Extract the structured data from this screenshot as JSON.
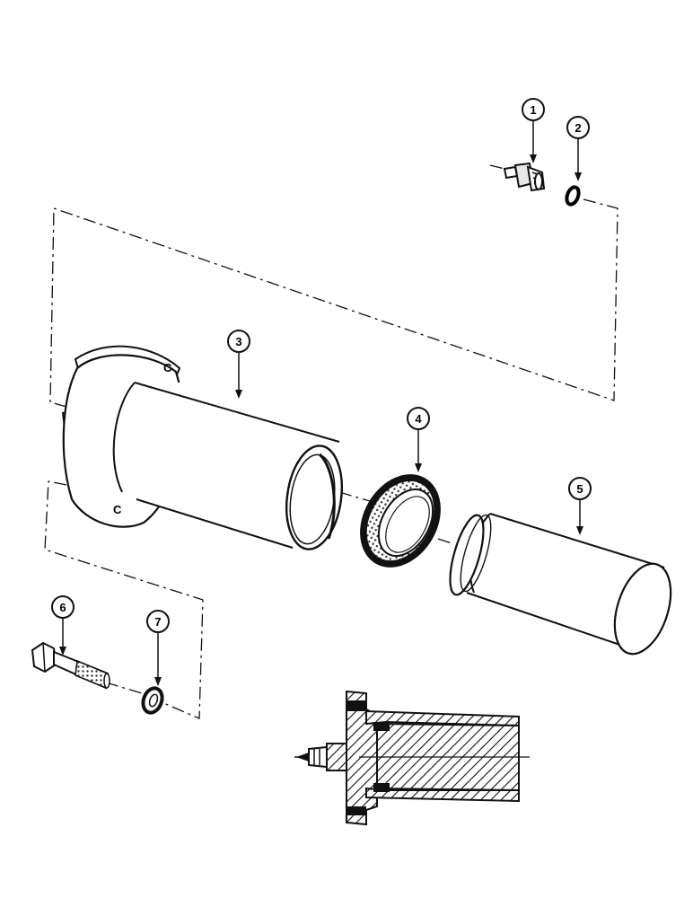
{
  "diagram": {
    "callouts": [
      {
        "id": "1",
        "label": "1"
      },
      {
        "id": "2",
        "label": "2"
      },
      {
        "id": "3",
        "label": "3"
      },
      {
        "id": "4",
        "label": "4"
      },
      {
        "id": "5",
        "label": "5"
      },
      {
        "id": "6",
        "label": "6"
      },
      {
        "id": "7",
        "label": "7"
      }
    ],
    "flange_marks": [
      "C",
      "C"
    ]
  }
}
